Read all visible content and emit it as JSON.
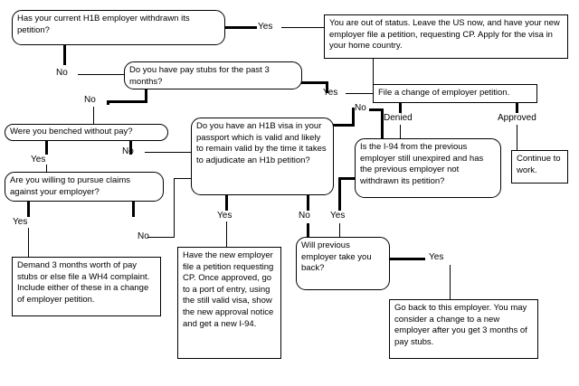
{
  "diagram": {
    "title": "H1B employer change decision flowchart",
    "background": "#ffffff",
    "line_color": "#000000",
    "nodes": {
      "q_withdrawn": "Has your current H1B employer withdrawn its petition?",
      "out_of_status": "You are out of status. Leave the US now, and have your new employer file a petition, requesting CP. Apply for the visa in your home country.",
      "q_paystubs": "Do you have pay stubs for the past 3 months?",
      "file_change": "File a change of employer petition.",
      "q_benched": "Were you benched without pay?",
      "q_h1b_visa": "Do you have an H1B visa in your passport which is valid and likely to remain valid by the time it takes to adjudicate an H1b petition?",
      "q_i94": "Is the I-94 from the previous employer still unexpired and has the previous employer not withdrawn its petition?",
      "continue_work": "Continue to work.",
      "q_claims": "Are you willing to pursue claims against your employer?",
      "q_take_back": "Will previous employer take you back?",
      "demand_stubs": "Demand 3 months worth of pay stubs or else file a WH4 complaint. Include either of these in a change of employer petition.",
      "have_new_employer": "Have the new employer file a petition requesting CP. Once approved, go to a port of entry, using the still valid visa, show the new approval notice and get a new I-94.",
      "go_back": "Go back to this employer. You may consider a change to a new employer after you get 3 months of pay stubs."
    },
    "edge_labels": {
      "withdrawn_yes": "Yes",
      "withdrawn_no": "No",
      "paystubs_yes": "Yes",
      "paystubs_no": "No",
      "benched_yes": "Yes",
      "benched_no": "No",
      "claims_yes": "Yes",
      "claims_no": "No",
      "h1b_yes": "Yes",
      "h1b_no": "No",
      "i94_no": "No",
      "i94_yes": "Yes",
      "petition_denied": "Denied",
      "petition_approved": "Approved",
      "take_back_yes": "Yes"
    }
  }
}
